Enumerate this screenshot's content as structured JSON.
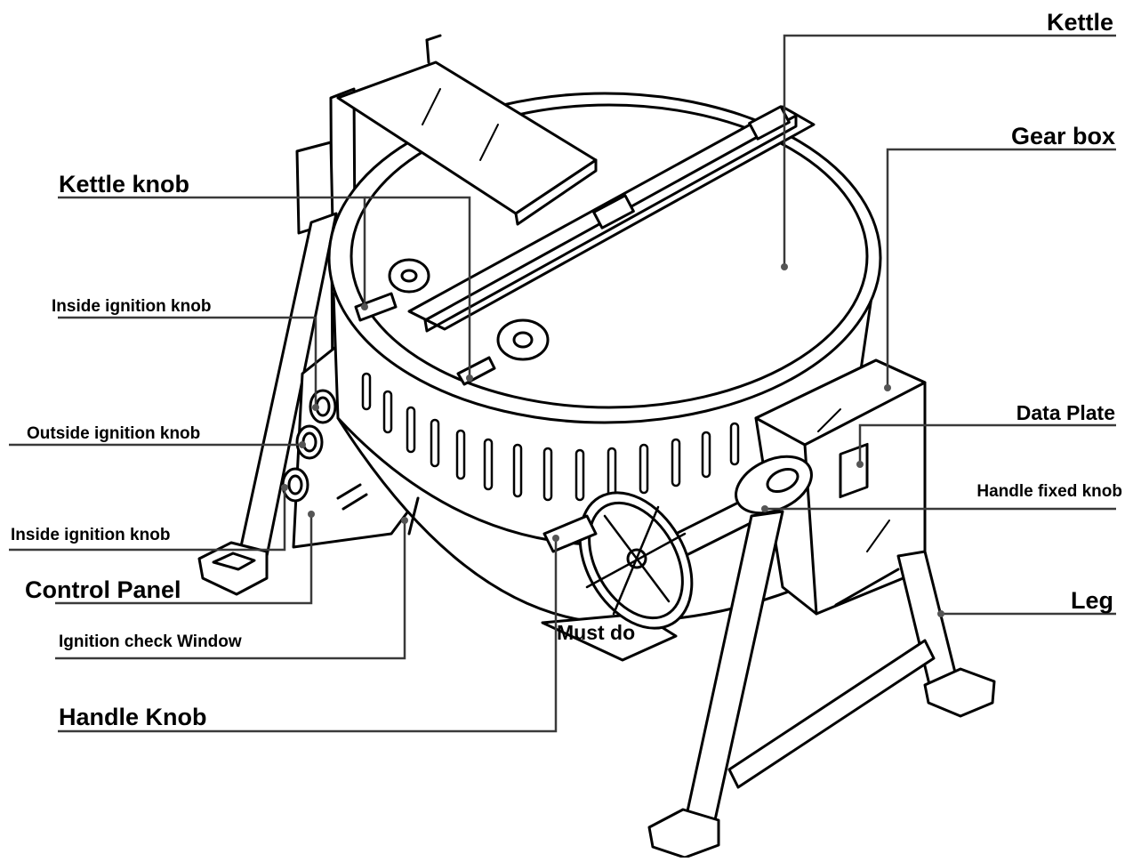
{
  "labels": {
    "kettle": "Kettle",
    "gear_box": "Gear box",
    "kettle_knob": "Kettle knob",
    "inside_ignition_knob_top": "Inside ignition knob",
    "outside_ignition_knob": "Outside ignition knob",
    "inside_ignition_knob_bottom": "Inside ignition knob",
    "control_panel": "Control Panel",
    "ignition_check_window": "Ignition check Window",
    "handle_knob": "Handle Knob",
    "data_plate": "Data Plate",
    "handle_fixed_knob": "Handle fixed knob",
    "leg": "Leg",
    "must_do": "Must do"
  },
  "colors": {
    "line": "#000000",
    "leader": "#3a3a3a",
    "dot": "#555555",
    "background": "#ffffff"
  }
}
